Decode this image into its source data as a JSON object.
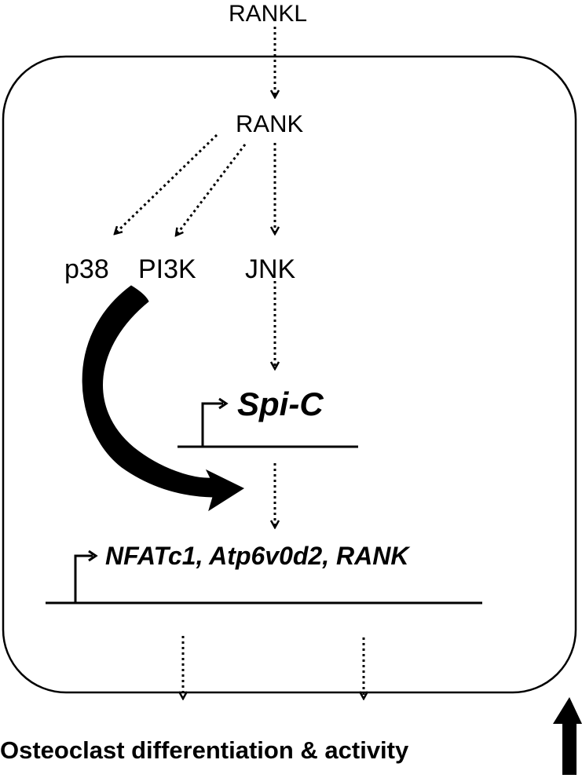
{
  "nodes": {
    "rankl": "RANKL",
    "rank": "RANK",
    "p38": "p38",
    "pi3k": "PI3K",
    "jnk": "JNK"
  },
  "genes": {
    "spic": "Spi-C",
    "targets": "NFATc1, Atp6v0d2, RANK"
  },
  "outcome": {
    "label": "Osteoclast differentiation & activity"
  }
}
